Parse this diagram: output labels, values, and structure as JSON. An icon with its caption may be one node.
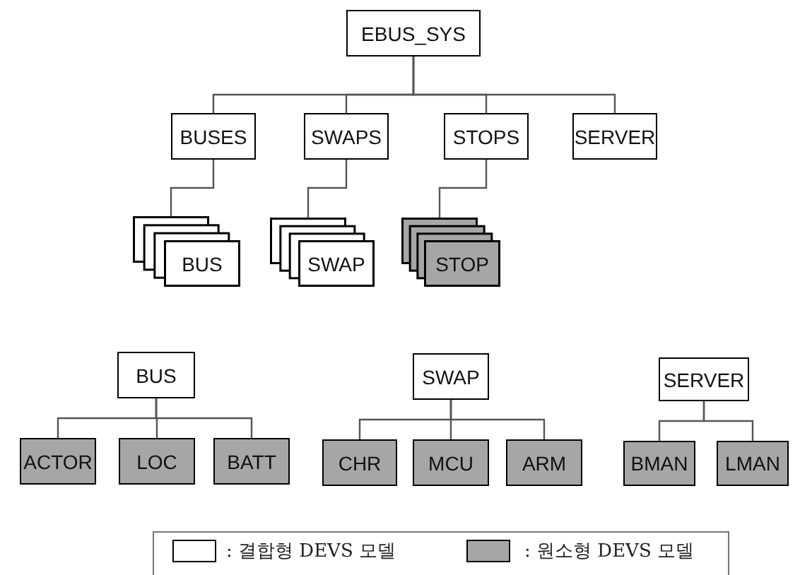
{
  "diagram": {
    "nodes": [
      {
        "text": [
          "EBUS_SYS"
        ]
      },
      {
        "text": [
          "BUSES"
        ]
      },
      {
        "text": [
          "SWAPS"
        ]
      },
      {
        "text": [
          "STOPS"
        ]
      },
      {
        "text": [
          "SERVER"
        ]
      },
      {
        "text": [
          "BUS"
        ]
      },
      {
        "text": [
          "SWAP"
        ]
      },
      {
        "text": [
          "STOP"
        ]
      },
      {
        "text": [
          "BUS"
        ]
      },
      {
        "text": [
          "ACTOR"
        ]
      },
      {
        "text": [
          "LOC"
        ]
      },
      {
        "text": [
          "BATT"
        ]
      },
      {
        "text": [
          "SWAP"
        ]
      },
      {
        "text": [
          "CHR"
        ]
      },
      {
        "text": [
          "MCU"
        ]
      },
      {
        "text": [
          "ARM"
        ]
      },
      {
        "text": [
          "SERVER"
        ]
      },
      {
        "text": [
          "BMAN"
        ]
      },
      {
        "text": [
          "LMAN"
        ]
      }
    ],
    "edges": [
      {
        "from": 0,
        "to": 1,
        "arrow": "none"
      },
      {
        "from": 0,
        "to": 2,
        "arrow": "none"
      },
      {
        "from": 0,
        "to": 3,
        "arrow": "none"
      },
      {
        "from": 0,
        "to": 4,
        "arrow": "none"
      },
      {
        "from": 1,
        "to": 5,
        "arrow": "none"
      },
      {
        "from": 2,
        "to": 6,
        "arrow": "none"
      },
      {
        "from": 3,
        "to": 7,
        "arrow": "none"
      },
      {
        "from": 8,
        "to": 9,
        "arrow": "none"
      },
      {
        "from": 8,
        "to": 10,
        "arrow": "none"
      },
      {
        "from": 8,
        "to": 11,
        "arrow": "none"
      },
      {
        "from": 12,
        "to": 13,
        "arrow": "none"
      },
      {
        "from": 12,
        "to": 14,
        "arrow": "none"
      },
      {
        "from": 12,
        "to": 15,
        "arrow": "none"
      },
      {
        "from": 16,
        "to": 17,
        "arrow": "none"
      },
      {
        "from": 16,
        "to": 18,
        "arrow": "none"
      }
    ],
    "legend": [
      {
        "text": ": 결합형 DEVS 모델",
        "color": "#ffffff"
      },
      {
        "text": ": 원소형 DEVS 모델",
        "color": "#a6a6a6"
      }
    ]
  }
}
